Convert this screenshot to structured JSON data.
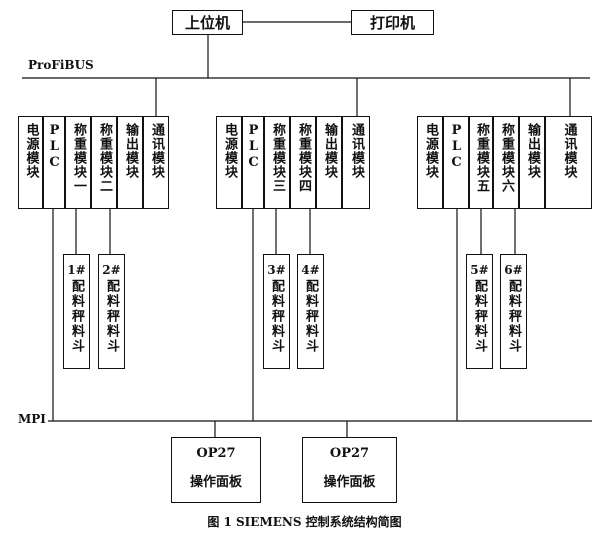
{
  "top": {
    "host": "上位机",
    "printer": "打印机"
  },
  "bus": {
    "profibus": "ProFiBUS",
    "mpi": "MPI"
  },
  "groups": [
    {
      "modules": [
        "电源模块",
        "PLC",
        "称重模块一",
        "称重模块二",
        "输出模块",
        "通讯模块"
      ],
      "hoppers": [
        {
          "num": "1#",
          "label": "配料秤料斗"
        },
        {
          "num": "2#",
          "label": "配料秤料斗"
        }
      ]
    },
    {
      "modules": [
        "电源模块",
        "PLC",
        "称重模块三",
        "称重模块四",
        "输出模块",
        "通讯模块"
      ],
      "hoppers": [
        {
          "num": "3#",
          "label": "配料秤料斗"
        },
        {
          "num": "4#",
          "label": "配料秤料斗"
        }
      ]
    },
    {
      "modules": [
        "电源模块",
        "PLC",
        "称重模块五",
        "称重模块六",
        "输出模块",
        "通讯模块"
      ],
      "hoppers": [
        {
          "num": "5#",
          "label": "配料秤料斗"
        },
        {
          "num": "6#",
          "label": "配料秤料斗"
        }
      ]
    }
  ],
  "panels": [
    {
      "model": "OP27",
      "label": "操作面板"
    },
    {
      "model": "OP27",
      "label": "操作面板"
    }
  ],
  "caption": "图 1   SIEMENS 控制系统结构简图"
}
